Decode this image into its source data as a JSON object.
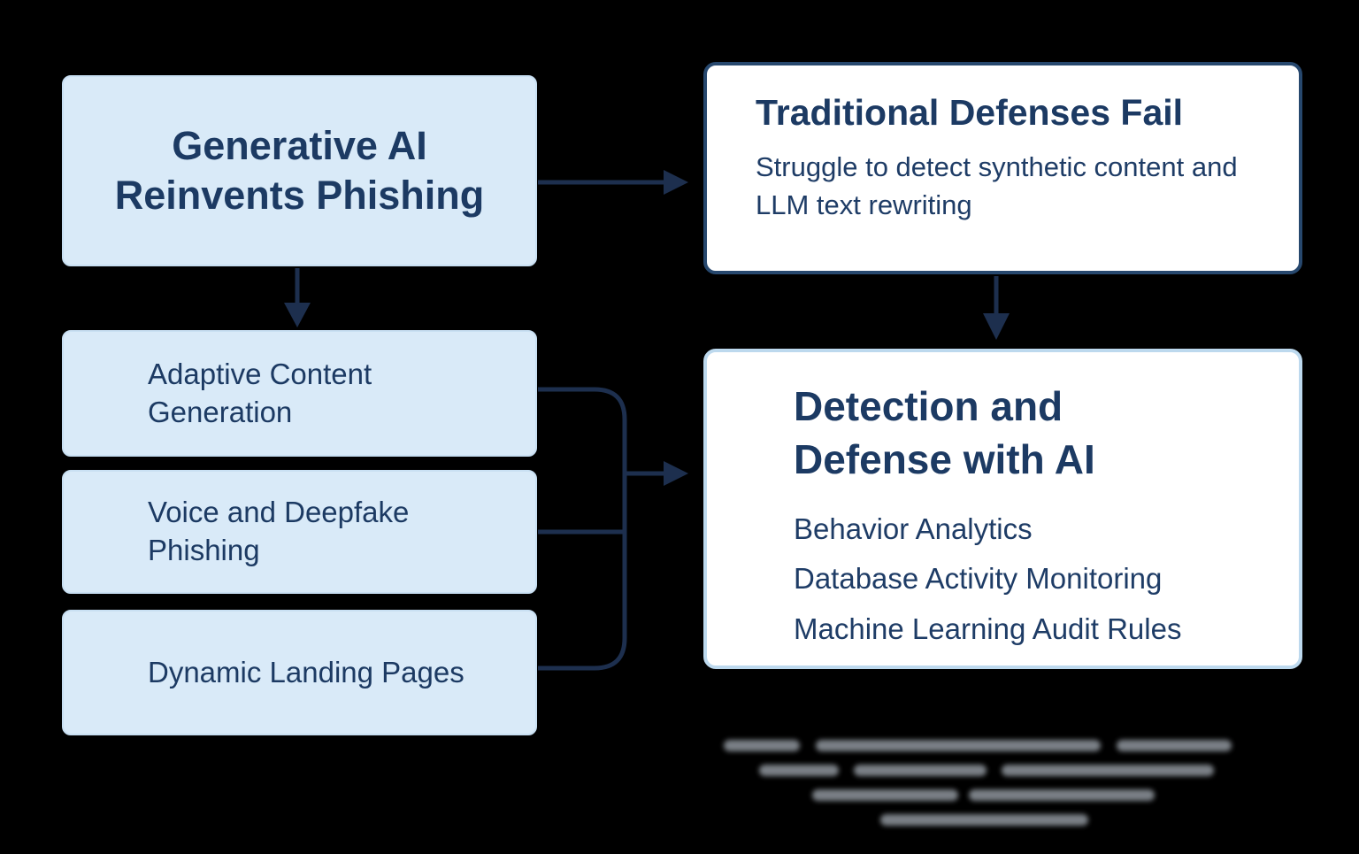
{
  "diagram": {
    "topic": "Generative AI phishing flow diagram"
  },
  "boxes": {
    "generative": {
      "title": "Generative AI Reinvents Phishing"
    },
    "traditional": {
      "title": "Traditional Defenses Fail",
      "body": "Struggle to detect synthetic content and LLM text rewriting"
    },
    "adaptive": {
      "label": "Adaptive Content Generation"
    },
    "voice": {
      "label": "Voice and Deepfake Phishing"
    },
    "dynamic": {
      "label": "Dynamic Landing Pages"
    },
    "detection": {
      "title": "Detection and Defense with AI",
      "items": [
        "Behavior Analytics",
        "Database Activity Monitoring",
        "Machine Learning Audit Rules"
      ]
    }
  },
  "colors": {
    "background": "#000000",
    "box_blue_fill": "#d9eaf8",
    "box_blue_border": "#c9e0f3",
    "heading_navy": "#1c3a63",
    "body_navy": "#1e3c66",
    "outline_dark": "#27486e",
    "outline_light": "#bdd9ee",
    "arrow": "#1d2f4e",
    "watermark_gray": "#99a0a8"
  }
}
